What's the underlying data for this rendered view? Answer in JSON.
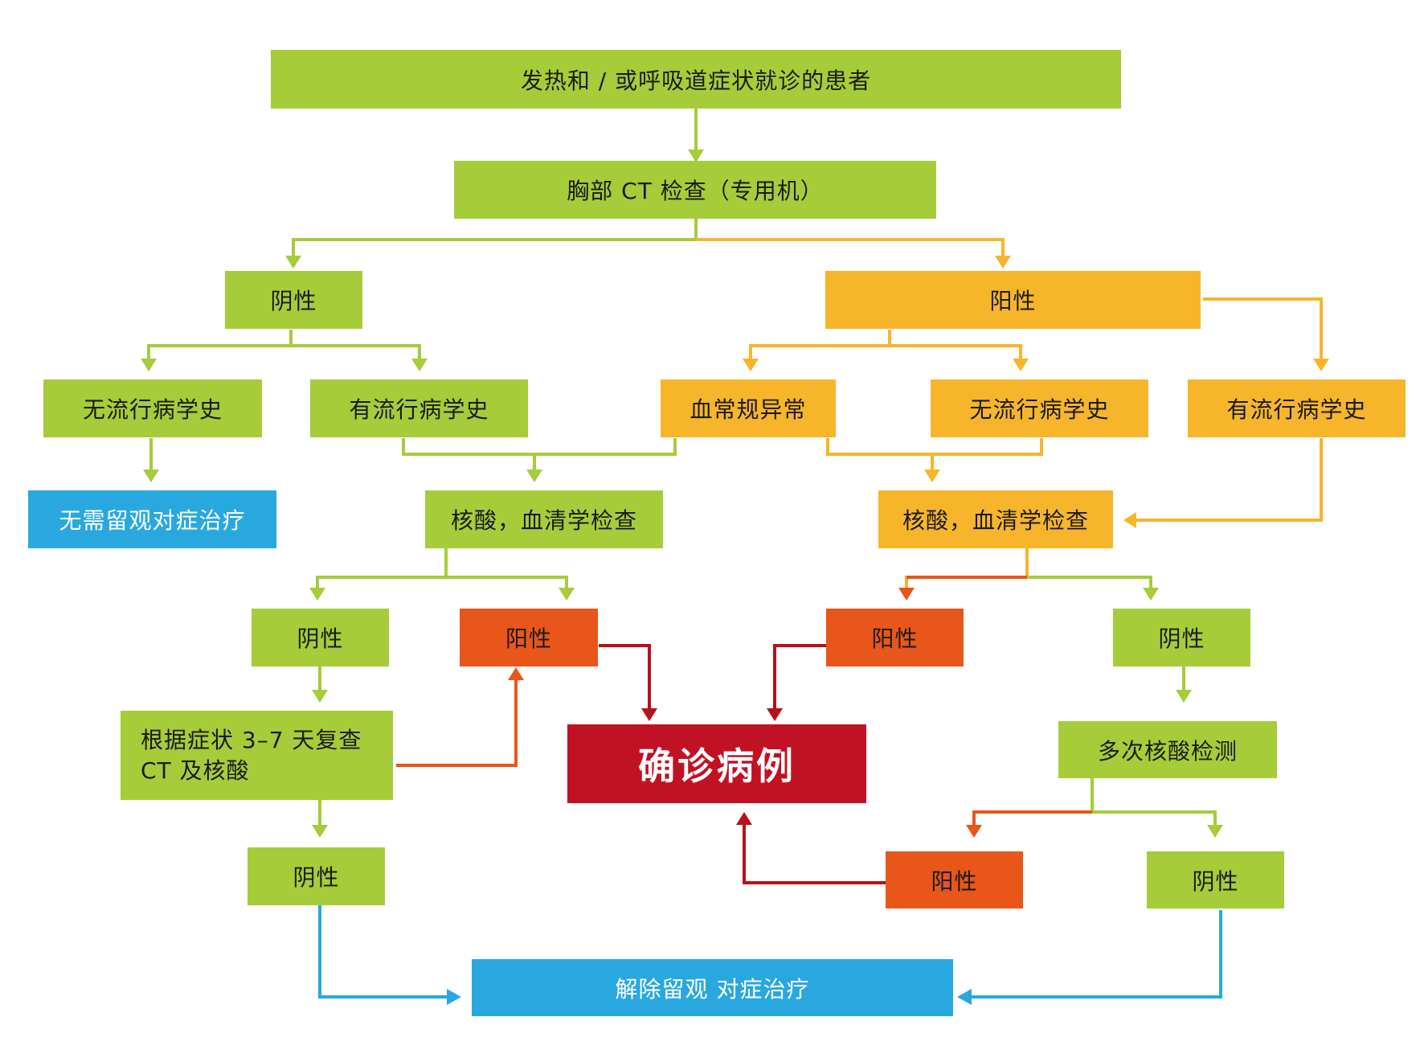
{
  "colors": {
    "green": "#a6cc3a",
    "yellow": "#f7b52c",
    "orange": "#e8561a",
    "blue": "#29a8e0",
    "red": "#c01224",
    "dark_red_line": "#b5121b"
  },
  "nodes": {
    "patient": "发热和 / 或呼吸道症状就诊的患者",
    "chest_ct": "胸部 CT 检查（专用机）",
    "ct_negative": "阴性",
    "ct_positive": "阳性",
    "neg_no_epi": "无流行病学史",
    "neg_has_epi": "有流行病学史",
    "pos_blood_abnormal": "血常规异常",
    "pos_no_epi": "无流行病学史",
    "pos_has_epi": "有流行病学史",
    "no_observe": "无需留观对症治疗",
    "left_test": "核酸，血清学检查",
    "right_test": "核酸，血清学检查",
    "left_test_negative": "阴性",
    "left_test_positive": "阳性",
    "right_test_positive": "阳性",
    "right_test_negative": "阴性",
    "recheck_line1": "根据症状 3–7 天复查",
    "recheck_line2": "CT 及核酸",
    "confirmed": "确诊病例",
    "multi_test": "多次核酸检测",
    "recheck_negative": "阴性",
    "multi_positive": "阳性",
    "multi_negative": "阴性",
    "release": "解除留观  对症治疗"
  }
}
